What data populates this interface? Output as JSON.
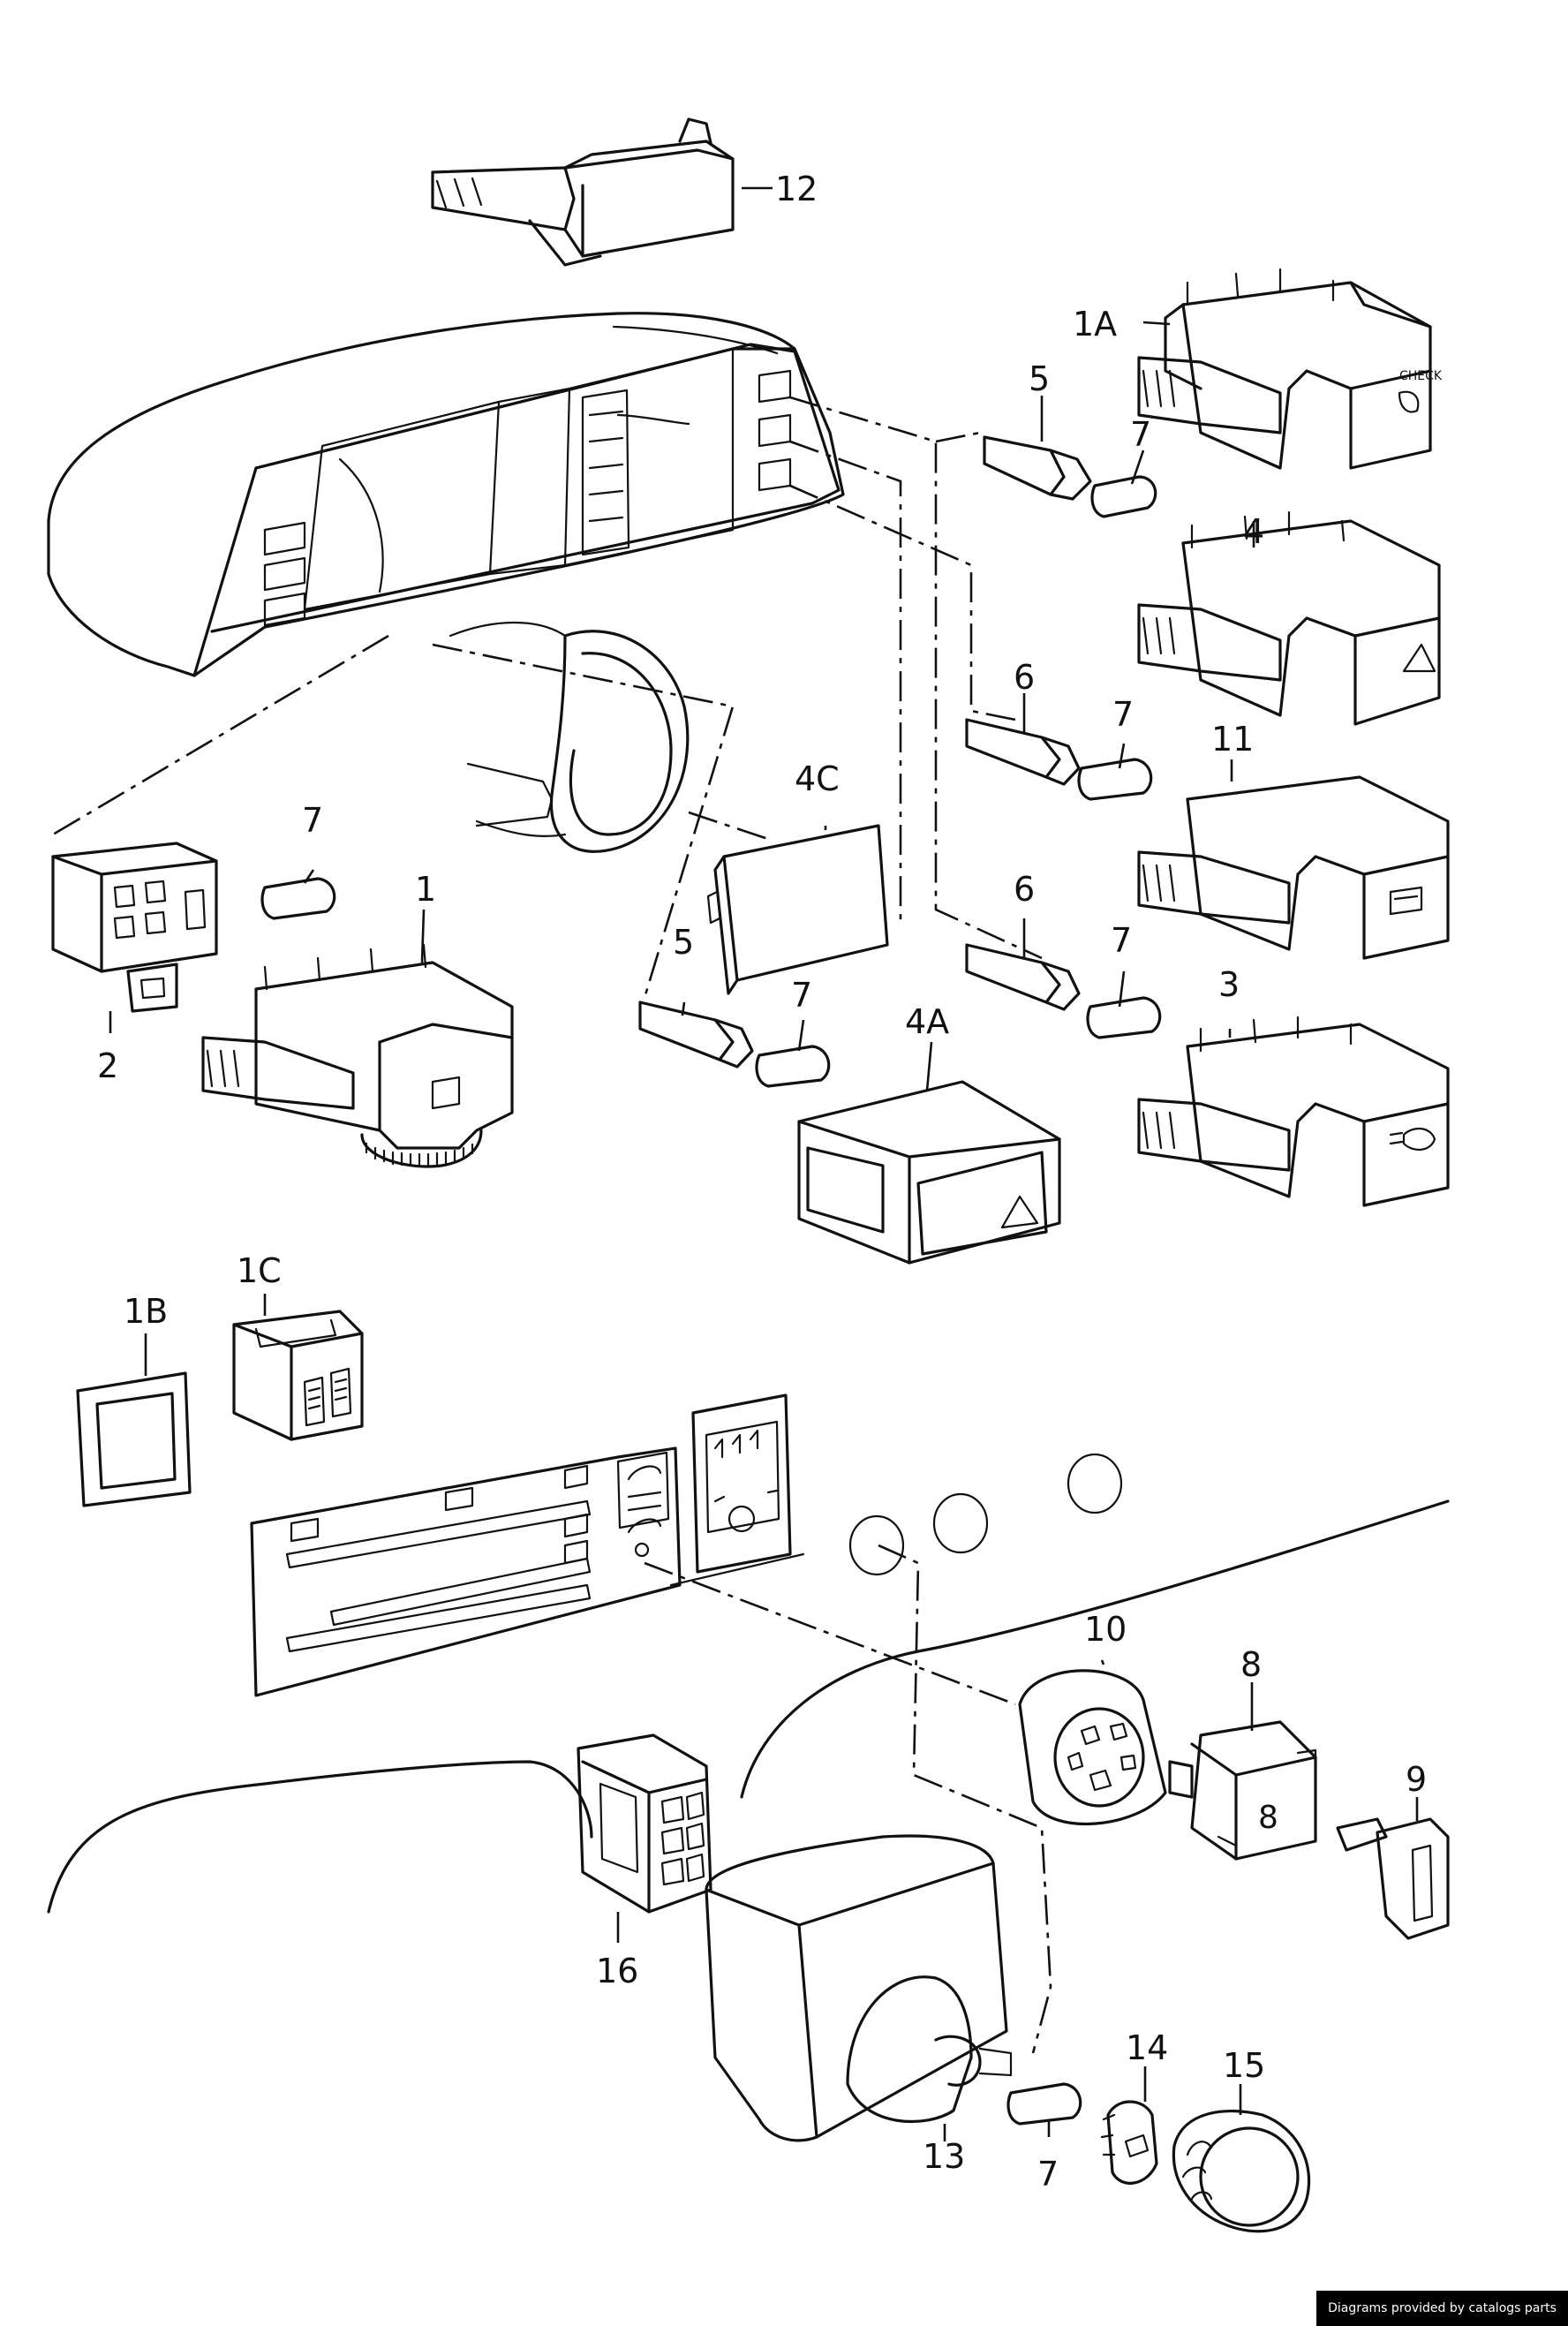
{
  "callouts": [
    {
      "id": "12",
      "label": "12"
    },
    {
      "id": "1A",
      "label": "1A"
    },
    {
      "id": "5a",
      "label": "5"
    },
    {
      "id": "7a",
      "label": "7"
    },
    {
      "id": "4",
      "label": "4"
    },
    {
      "id": "6a",
      "label": "6"
    },
    {
      "id": "7b",
      "label": "7"
    },
    {
      "id": "11",
      "label": "11"
    },
    {
      "id": "4C",
      "label": "4C"
    },
    {
      "id": "7c",
      "label": "7"
    },
    {
      "id": "1",
      "label": "1"
    },
    {
      "id": "6b",
      "label": "6"
    },
    {
      "id": "7d",
      "label": "7"
    },
    {
      "id": "3",
      "label": "3"
    },
    {
      "id": "2",
      "label": "2"
    },
    {
      "id": "5b",
      "label": "5"
    },
    {
      "id": "7e",
      "label": "7"
    },
    {
      "id": "4A",
      "label": "4A"
    },
    {
      "id": "1C",
      "label": "1C"
    },
    {
      "id": "1B",
      "label": "1B"
    },
    {
      "id": "10",
      "label": "10"
    },
    {
      "id": "8",
      "label": "8"
    },
    {
      "id": "9",
      "label": "9"
    },
    {
      "id": "16",
      "label": "16"
    },
    {
      "id": "14",
      "label": "14"
    },
    {
      "id": "15",
      "label": "15"
    },
    {
      "id": "13",
      "label": "13"
    },
    {
      "id": "7f",
      "label": "7"
    }
  ],
  "switch_labels": {
    "check_text": "CHECK",
    "knob_8_text": "8"
  },
  "credit": "Diagrams provided by catalogs parts"
}
